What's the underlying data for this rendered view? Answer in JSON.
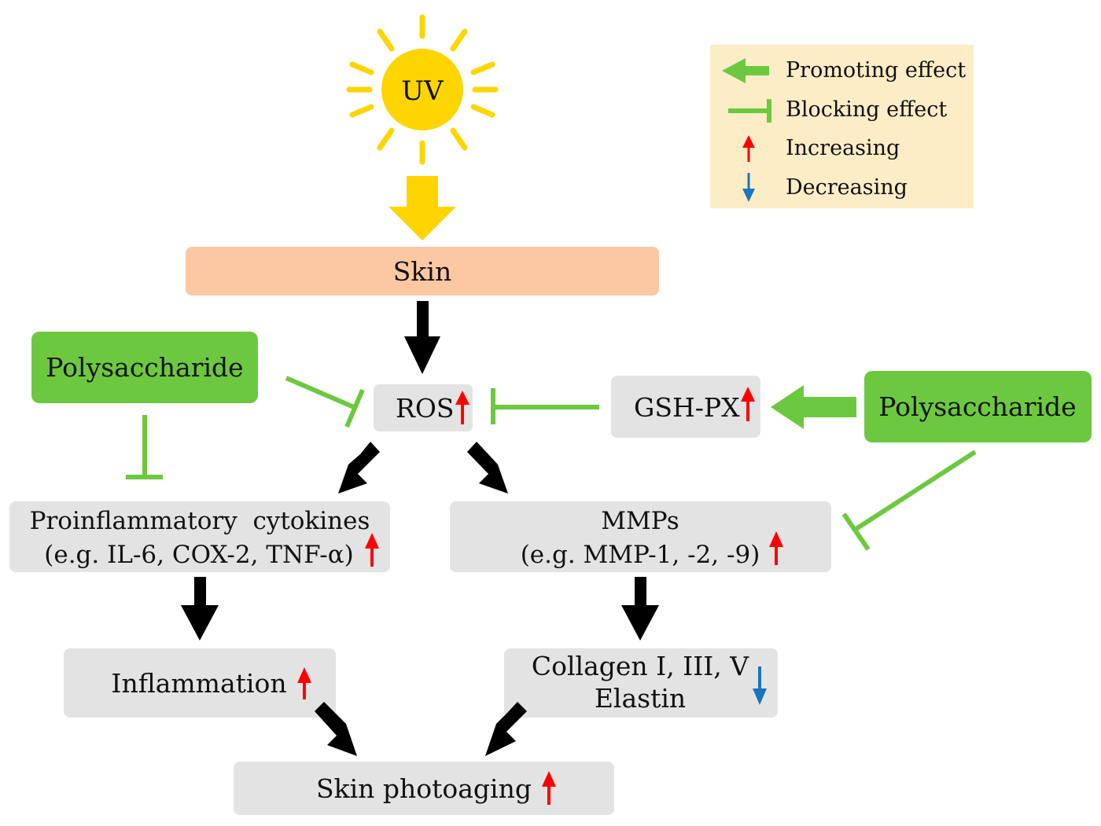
{
  "source": {
    "label": "UV",
    "color_sun": "#FFD500"
  },
  "legend": {
    "items": [
      {
        "label": "Promoting effect",
        "icon": "green-arrow-icon",
        "color": "#6CC93F"
      },
      {
        "label": "Blocking effect",
        "icon": "green-blocker-icon",
        "color": "#6CC93F"
      },
      {
        "label": "Increasing",
        "icon": "red-up-arrow-icon",
        "color": "#FF0000"
      },
      {
        "label": "Decreasing",
        "icon": "blue-down-arrow-icon",
        "color": "#1B75BC"
      }
    ],
    "background": "#FCEDC6"
  },
  "nodes": {
    "skin": "Skin",
    "ros": "ROS",
    "gshpx": "GSH-PX",
    "polysaccharide_left": "Polysaccharide",
    "polysaccharide_right": "Polysaccharide",
    "cytokines_line1": "Proinflammatory  cytokines",
    "cytokines_line2": "(e.g. IL-6, COX-2, TNF-α)",
    "mmps_line1": "MMPs",
    "mmps_line2": "(e.g. MMP-1, -2, -9)",
    "inflammation": "Inflammation",
    "collagen_line1": "Collagen I, III, V",
    "collagen_line2": "Elastin",
    "photoaging": "Skin photoaging"
  },
  "colors": {
    "skin_fill": "#FBC8A2",
    "gray_fill": "#E3E3E3",
    "green_fill": "#6CC93F",
    "increase": "#FF0000",
    "decrease": "#1B75BC",
    "arrow_black": "#000000",
    "arrow_yellow": "#FFD500"
  }
}
